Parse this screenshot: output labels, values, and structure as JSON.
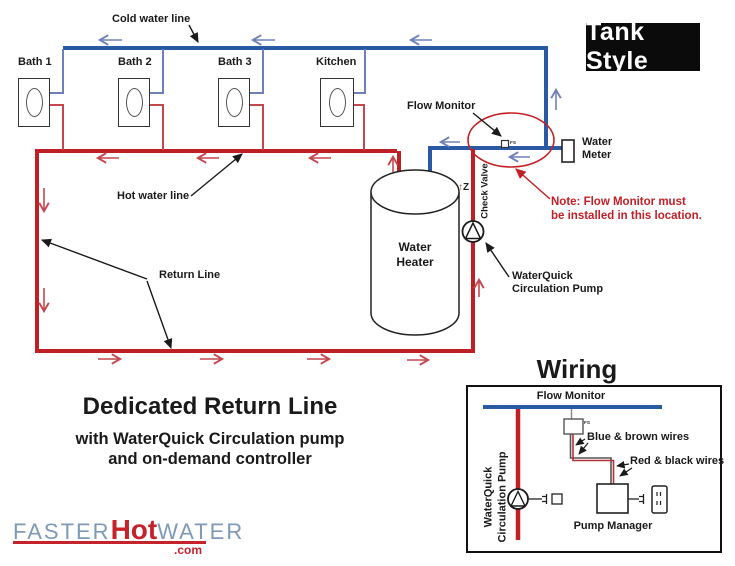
{
  "colors": {
    "cold_line": "#2b5aa5",
    "hot_line": "#bf2026",
    "cold_arrow": "#7080bb",
    "hot_arrow": "#c4474e",
    "note_red": "#c32026",
    "wire_red": "#b03136",
    "wire_gray": "#555555"
  },
  "badge": {
    "label": "Tank Style"
  },
  "fixtures": [
    {
      "label": "Bath 1"
    },
    {
      "label": "Bath 2"
    },
    {
      "label": "Bath 3"
    },
    {
      "label": "Kitchen"
    }
  ],
  "labels": {
    "cold_water_line": "Cold water line",
    "hot_water_line": "Hot water line",
    "return_line": "Return Line",
    "flow_monitor": "Flow Monitor",
    "water_meter_line1": "Water",
    "water_meter_line2": "Meter",
    "check_valve": "Check Valve",
    "check_valve_arrow": "↑",
    "check_valve_z": "Z",
    "fs_tag": "FS",
    "pump_line1": "WaterQuick",
    "pump_line2": "Circulation Pump",
    "heater_line1": "Water",
    "heater_line2": "Heater"
  },
  "note": {
    "line1": "Note:  Flow Monitor must",
    "line2": "be installed in this location."
  },
  "title_block": {
    "title": "Dedicated Return Line",
    "subtitle1": "with WaterQuick Circulation pump",
    "subtitle2": "and on-demand controller"
  },
  "wiring": {
    "title": "Wiring",
    "flow_monitor": "Flow Monitor",
    "fs_tag": "FS",
    "wires_label_top": "Blue & brown wires",
    "wires_label_bottom": "Red & black wires",
    "pump_manager": "Pump Manager",
    "pump_line1": "WaterQuick",
    "pump_line2": "Circulation Pump"
  },
  "logo": {
    "part1": "FASTER",
    "part2": "Hot",
    "part3": "WATER",
    "suffix": ".com"
  }
}
